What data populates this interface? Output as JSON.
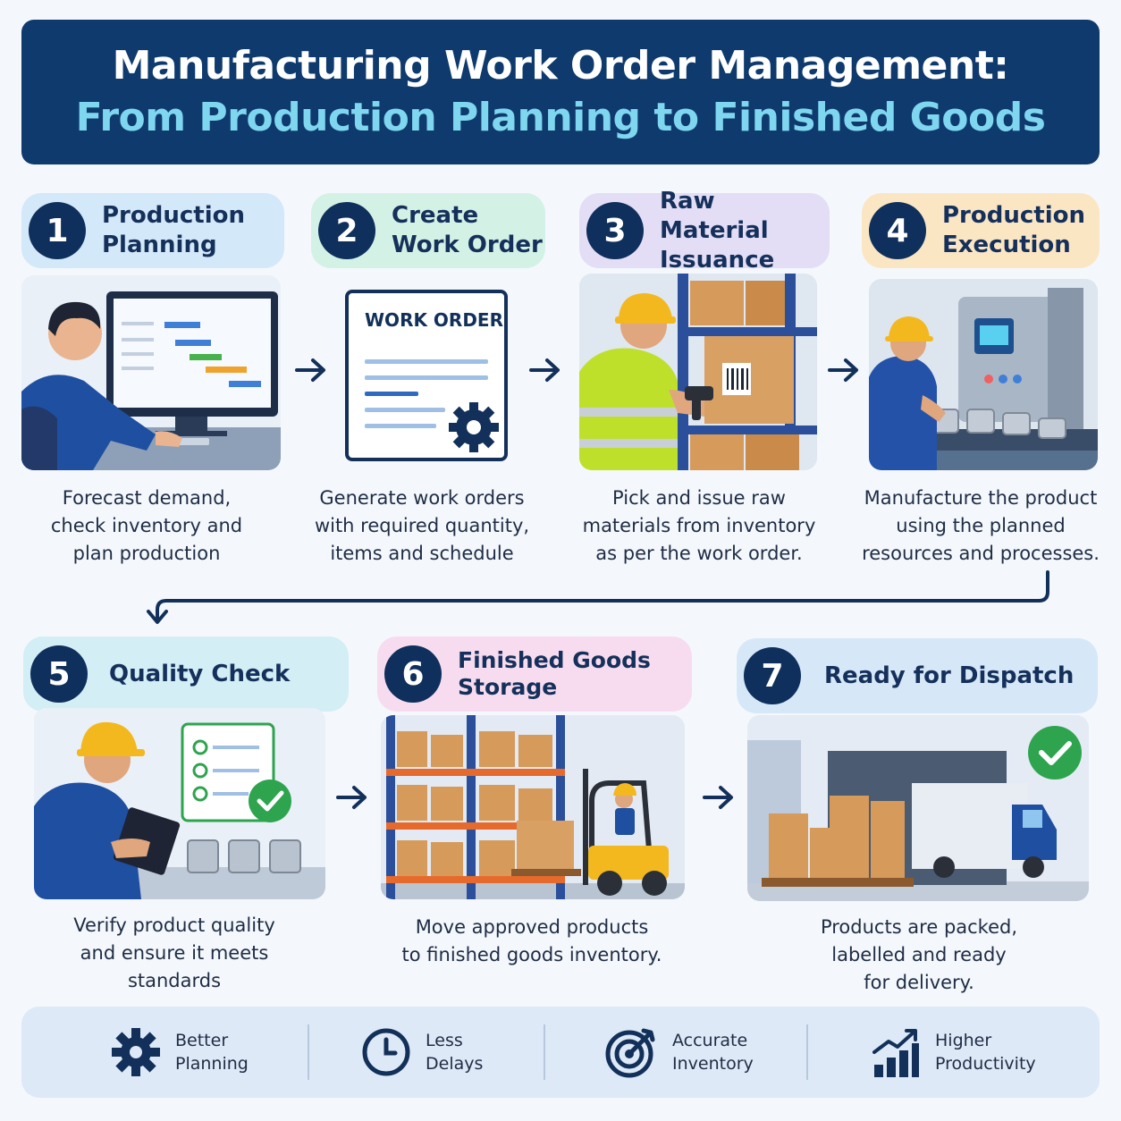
{
  "header": {
    "line1": "Manufacturing Work Order Management:",
    "line2": "From Production Planning to Finished Goods"
  },
  "steps": [
    {
      "number": "1",
      "title": "Production\nPlanning",
      "description": "Forecast demand,\ncheck inventory and\nplan production",
      "pill_color": "#d3e8f8",
      "icon": "computer-planning-icon"
    },
    {
      "number": "2",
      "title": "Create\nWork Order",
      "description": "Generate work orders\nwith required quantity,\nitems and schedule",
      "pill_color": "#d3f1e4",
      "icon": "work-order-document-icon",
      "document_heading": "WORK ORDER"
    },
    {
      "number": "3",
      "title": "Raw Material\nIssuance",
      "description": "Pick and issue raw\nmaterials from inventory\nas per the work order.",
      "pill_color": "#e3ddf5",
      "icon": "barcode-scanner-icon"
    },
    {
      "number": "4",
      "title": "Production\nExecution",
      "description": "Manufacture the product\nusing the planned\nresources and processes.",
      "pill_color": "#fbe6c4",
      "icon": "machine-icon"
    },
    {
      "number": "5",
      "title": "Quality Check",
      "description": "Verify product quality\nand ensure it meets\nstandards",
      "pill_color": "#d3eef5",
      "icon": "checklist-icon"
    },
    {
      "number": "6",
      "title": "Finished Goods\nStorage",
      "description": "Move approved products\nto finished goods inventory.",
      "pill_color": "#f7dcef",
      "icon": "forklift-icon"
    },
    {
      "number": "7",
      "title": "Ready for Dispatch",
      "description": "Products are packed,\nlabelled and ready\nfor delivery.",
      "pill_color": "#d6e8f7",
      "icon": "truck-icon"
    }
  ],
  "benefits": [
    {
      "label": "Better\nPlanning",
      "icon": "gear-icon"
    },
    {
      "label": "Less\nDelays",
      "icon": "clock-icon"
    },
    {
      "label": "Accurate\nInventory",
      "icon": "target-icon"
    },
    {
      "label": "Higher\nProductivity",
      "icon": "bar-chart-growth-icon"
    }
  ],
  "colors": {
    "header_bg": "#0f3a6e",
    "header_line2": "#7fd6ef",
    "badge": "#0f2f5c",
    "accent_blue": "#1f4fa0",
    "check_green": "#2ea44f"
  }
}
